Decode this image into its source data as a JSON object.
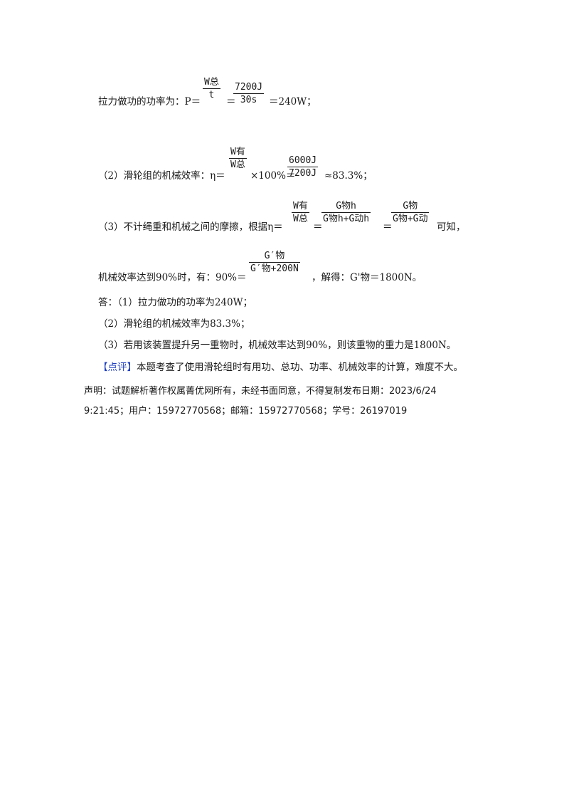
{
  "step1": {
    "prefix": "拉力做功的功率为：P＝",
    "f1_num": "W总",
    "f1_den": "t",
    "eq": "＝",
    "f2_num": "7200J",
    "f2_den": "30s",
    "result": "＝240W；"
  },
  "step2": {
    "prefix": "（2）滑轮组的机械效率：η＝",
    "f1_num": "W有",
    "f1_den": "W总",
    "mid": "×100%＝",
    "f2_num": "6000J",
    "f2_den": "7200J",
    "result": "≈83.3%；"
  },
  "step3": {
    "prefix": "（3）不计绳重和机械之间的摩擦，根据η＝",
    "f1_num": "W有",
    "f1_den": "W总",
    "eq1": "＝",
    "f2_num": "G物h",
    "f2_den": "G物h+G动h",
    "eq2": "＝",
    "f3_num": "G物",
    "f3_den": "G物+G动",
    "suffix": "可知，"
  },
  "step4": {
    "prefix": "机械效率达到90%时，有：90%＝",
    "f_num": "G′物",
    "f_den": "G′物+200N",
    "suffix": "，解得：G'物＝1800N。"
  },
  "answer": {
    "a1": "答：（1）拉力做功的功率为240W；",
    "a2": "（2）滑轮组的机械效率为83.3%；",
    "a3": "（3）若用该装置提升另一重物时，机械效率达到90%，则该重物的重力是1800N。"
  },
  "comment": {
    "tag": "【点评】",
    "text": "本题考查了使用滑轮组时有用功、总功、功率、机械效率的计算，难度不大。"
  },
  "footer": {
    "line1": "声明：试题解析著作权属菁优网所有，未经书面同意，不得复制发布日期：2023/6/24",
    "line2": "9:21:45；用户：15972770568；邮箱：15972770568；学号：26197019"
  }
}
